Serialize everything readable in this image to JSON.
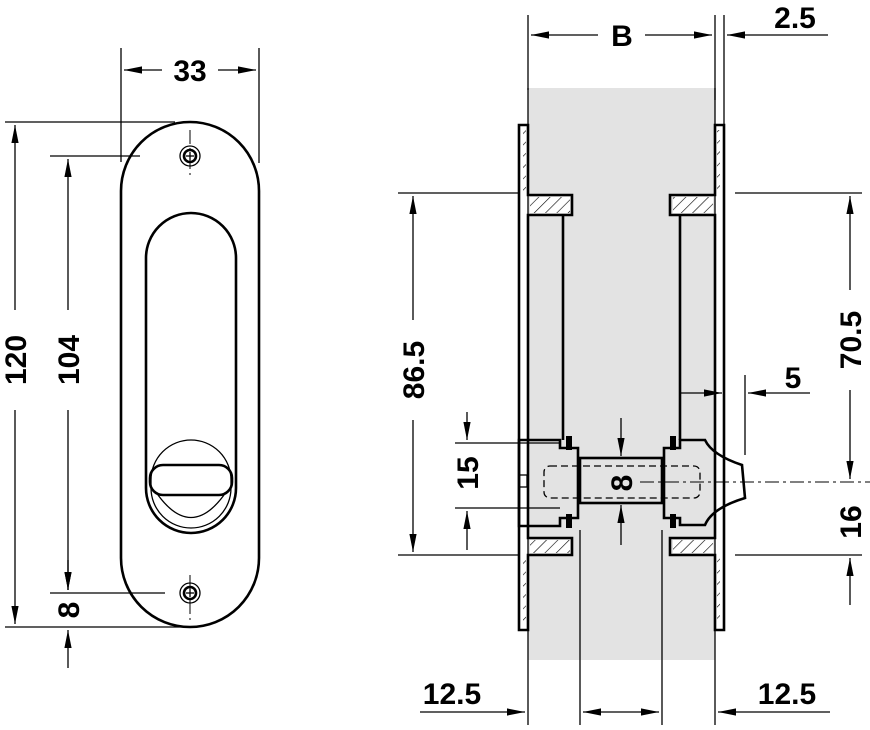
{
  "title": "Sliding door flush handle with privacy turn – dimension drawing",
  "front_view": {
    "width_label": "33",
    "height_label": "120",
    "screw_spacing_label": "104",
    "screw_offset_label": "8"
  },
  "section_view": {
    "door_thickness_label": "B",
    "flange_label": "2.5",
    "left_height_label": "86.5",
    "right_height_label": "70.5",
    "knob_offset_label": "5",
    "spindle_height_label": "15",
    "spindle_width_label": "8",
    "lower_offset_label": "16",
    "left_depth_label": "12.5",
    "right_depth_label": "12.5"
  },
  "colors": {
    "door_fill": "#e3e3e3",
    "line": "#000000"
  }
}
